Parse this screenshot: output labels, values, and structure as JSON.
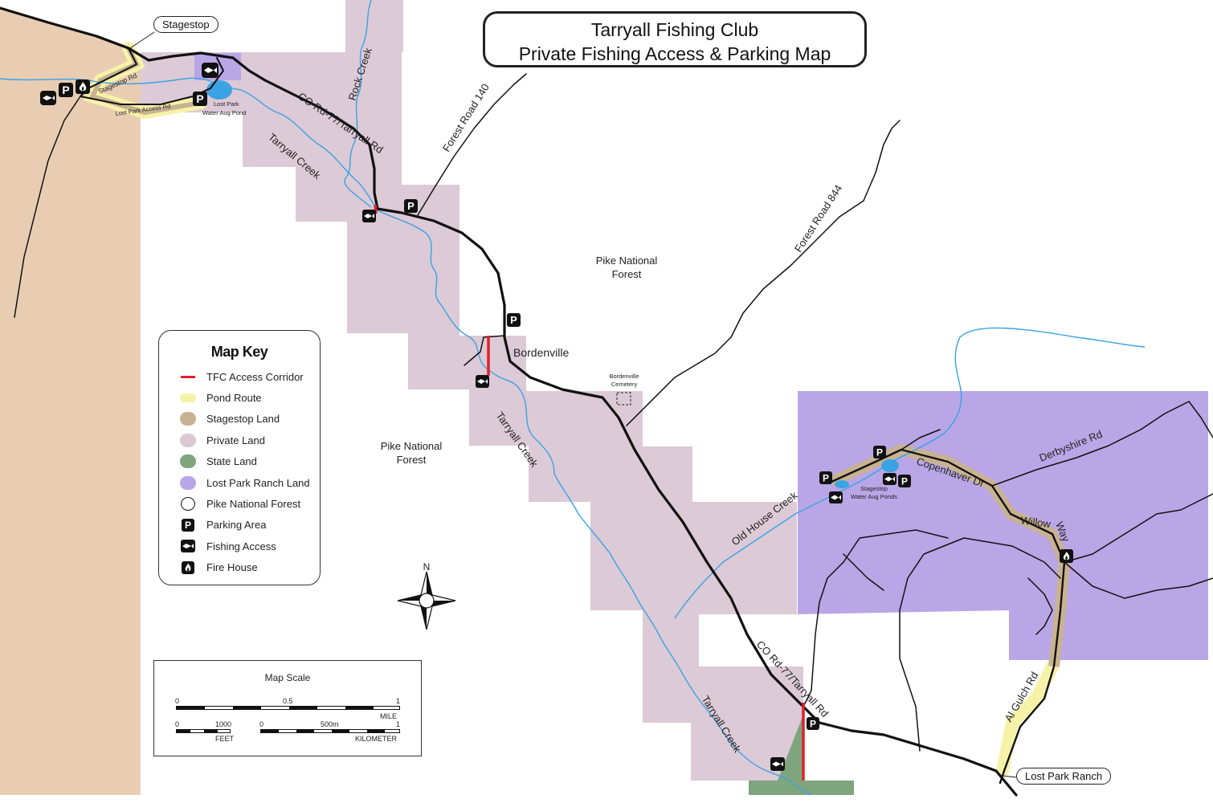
{
  "title": {
    "line1": "Tarryall Fishing Club",
    "line2": "Private Fishing Access & Parking Map"
  },
  "map_labels": {
    "stagestop_rd": "Stagestop Rd",
    "lost_park_access_rd": "Lost Park Access Rd",
    "lost_park_pond": "Lost Park",
    "lost_park_pond_2": "Water Aug Pond",
    "rock_creek": "Rock Creek",
    "co_rd_77_north": "CO Rd-77/Tarryall Rd",
    "tarryall_creek_north": "Tarryall Creek",
    "forest_road_140": "Forest Road 140",
    "forest_road_844": "Forest Road 844",
    "pike_nf_east_1": "Pike National",
    "pike_nf_east_2": "Forest",
    "bordenville": "Bordenville",
    "bordenville_cemetery_1": "Bordenville",
    "bordenville_cemetery_2": "Cemetery",
    "tarryall_creek_mid": "Tarryall Creek",
    "pike_nf_west_1": "Pike National",
    "pike_nf_west_2": "Forest",
    "old_house_creek": "Old House Creek",
    "stagestop_ponds_1": "Stagestop",
    "stagestop_ponds_2": "Water Aug Ponds",
    "copenhaver_dr": "Copenhaver Dr",
    "derbyshire_rd": "Derbyshire Rd",
    "willow": "Willow",
    "way": "Way",
    "co_rd_77_south": "CO Rd-77/Tarryall Rd",
    "tarryall_creek_south": "Tarryall Creek",
    "al_gulch_rd": "Al Gulch Rd",
    "north_arrow": "N"
  },
  "callouts": {
    "stagestop": "Stagestop",
    "lost_park_ranch": "Lost Park Ranch"
  },
  "key": {
    "title": "Map Key",
    "items": [
      {
        "label": "TFC Access Corridor",
        "icon": "red-line",
        "color": "#e0202a"
      },
      {
        "label": "Pond Route",
        "icon": "yellow-swatch",
        "color": "#f6f3a8"
      },
      {
        "label": "Stagestop Land",
        "icon": "tan-swatch",
        "color": "#c9b291"
      },
      {
        "label": "Private Land",
        "icon": "mauve-swatch",
        "color": "#dcc8d4"
      },
      {
        "label": "State Land",
        "icon": "green-swatch",
        "color": "#7fa57f"
      },
      {
        "label": "Lost Park Ranch Land",
        "icon": "purple-swatch",
        "color": "#b9a6e6"
      },
      {
        "label": "Pike National Forest",
        "icon": "white-swatch",
        "color": "#ffffff"
      },
      {
        "label": "Parking Area",
        "icon": "parking-icon",
        "color": "#111111"
      },
      {
        "label": "Fishing Access",
        "icon": "fish-icon",
        "color": "#111111"
      },
      {
        "label": "Fire House",
        "icon": "fire-icon",
        "color": "#111111"
      }
    ]
  },
  "scale": {
    "title": "Map Scale",
    "mile": {
      "zero": "0",
      "half": "0.5",
      "one": "1",
      "unit": "MILE"
    },
    "feet": {
      "zero": "0",
      "value": "1000",
      "unit": "FEET"
    },
    "km": {
      "zero": "0",
      "value": "500m",
      "one": "1",
      "unit": "KILOMETER"
    }
  },
  "colors": {
    "stagestop_land": "#e8cdb3",
    "private_land": "#dccad6",
    "lost_park_ranch": "#b9a6e6",
    "state_land": "#7fa57f",
    "route_tan": "#c9b291",
    "pond_route": "#f6f3a8",
    "creek": "#3aa3e3",
    "road": "#111111",
    "access": "#e0202a"
  }
}
